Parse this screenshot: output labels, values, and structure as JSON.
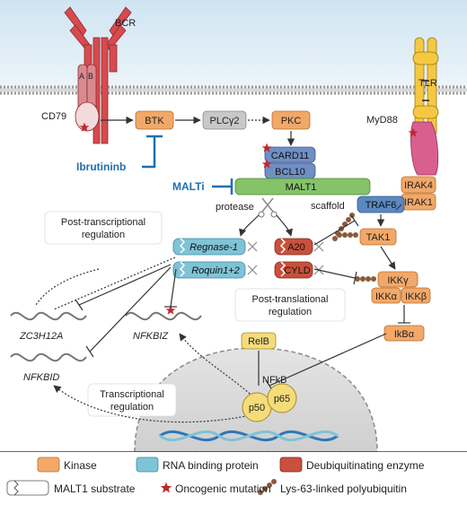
{
  "labels": {
    "bcr": "BCR",
    "cd79": "CD79",
    "cd79_a": "A",
    "cd79_b": "B",
    "tlr": "TLR",
    "myd88": "MyD88",
    "btk": "BTK",
    "plcg2": "PLCγ2",
    "pkc": "PKC",
    "card11": "CARD11",
    "bcl10": "BCL10",
    "malt1": "MALT1",
    "irak4": "IRAK4",
    "irak1": "IRAK1",
    "traf6": "TRAF6",
    "tak1": "TAK1",
    "ikkg": "IKKγ",
    "ikka": "IKKα",
    "ikkb": "IKKβ",
    "ikba": "IkBα",
    "regnase1": "Regnase-1",
    "roquin": "Roquin1+2",
    "a20": "A20",
    "cyld": "CYLD",
    "relb": "RelB",
    "nfkb": "NFkB",
    "p50": "p50",
    "p65": "p65",
    "zc3h12a": "ZC3H12A",
    "nfkbiz": "NFKBIZ",
    "nfkbid": "NFKBID",
    "ibrutinib": "Ibrutininb",
    "malti": "MALTi",
    "protease": "protease",
    "scaffold": "scaffold",
    "post_transcriptional_1": "Post-transcriptional",
    "post_transcriptional_2": "regulation",
    "post_translational_1": "Post-translational",
    "post_translational_2": "regulation",
    "transcriptional_1": "Transcriptional",
    "transcriptional_2": "regulation"
  },
  "legend": {
    "kinase": "Kinase",
    "rbp": "RNA binding protein",
    "dub": "Deubiquitinating enzyme",
    "substrate": "MALT1 substrate",
    "oncogenic": "Oncogenic mutation",
    "polyubiquitin": "Lys-63-linked polyubiquitin"
  },
  "colors": {
    "kinase": "#f2a868",
    "rbp": "#7fc3d6",
    "dub": "#c8503c",
    "card_bcl": "#6f8fc5",
    "malt1": "#86c26a",
    "traf6": "#5b88c0",
    "receptor_red": "#d74a4e",
    "tlr_yellow": "#f5c842",
    "myd88_pink": "#d9608e",
    "inhibitor_blue": "#1f6fb0",
    "plcg2_gray": "#c8c8c8",
    "star": "#c0262c",
    "ub_brown": "#8a5a3a",
    "nucleus": "#d9d9d9",
    "p50_p65": "#f5dc7a"
  },
  "icons": {
    "oncogenic": "star-icon",
    "polyubiquitin": "polyubiquitin-chain-icon"
  }
}
